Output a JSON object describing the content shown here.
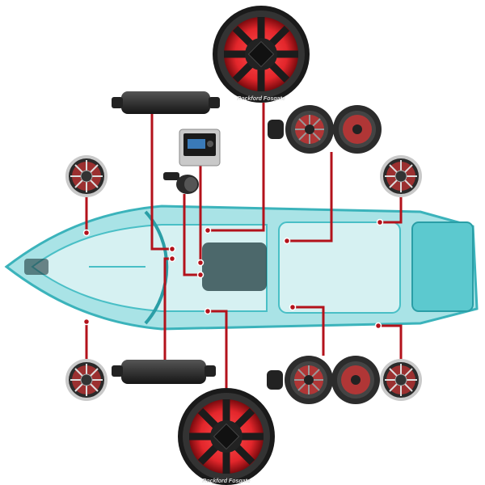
{
  "brand": "Rockford Fosgate",
  "colors": {
    "hull": "#5cc9cf",
    "wire": "#b3121b",
    "led": "#e3262b",
    "component": "#2a2a2a"
  },
  "components": {
    "subwoofers": 2,
    "amplifiers": 2,
    "head_unit": 1,
    "remote": 1,
    "coaxial_speakers": 4,
    "tower_speakers": 4
  }
}
